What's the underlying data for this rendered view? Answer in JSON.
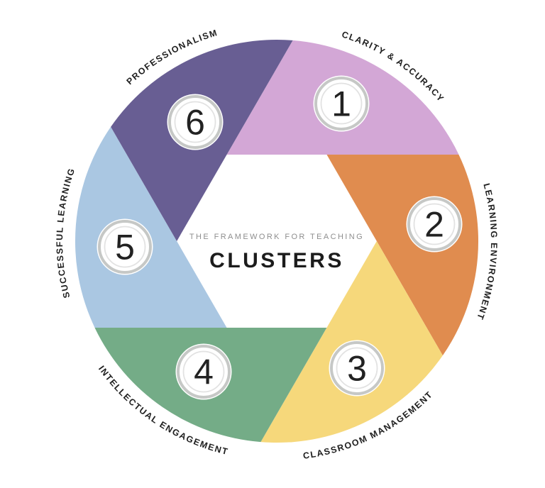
{
  "figure": {
    "eyebrow": "THE FRAMEWORK FOR TEACHING",
    "title": "CLUSTERS"
  },
  "clusters": [
    {
      "number": "1",
      "label": "CLARITY & ACCURACY",
      "color": "#d3a7d6"
    },
    {
      "number": "2",
      "label": "LEARNING ENVIRONMENT",
      "color": "#e08c4f"
    },
    {
      "number": "3",
      "label": "CLASSROOM MANAGEMENT",
      "color": "#f6d87b"
    },
    {
      "number": "4",
      "label": "INTELLECTUAL ENGAGEMENT",
      "color": "#74ac87"
    },
    {
      "number": "5",
      "label": "SUCCESSFUL LEARNING",
      "color": "#aac7e2"
    },
    {
      "number": "6",
      "label": "PROFESSIONALISM",
      "color": "#685e93"
    }
  ],
  "style": {
    "badge_fill": "#ffffff",
    "badge_ring": "#c6c8c6",
    "badge_inner_ring": "#e2e2e2",
    "label_color": "#1e1e1e",
    "eyebrow_color": "#8e8e8e",
    "title_color": "#1c1c1c",
    "background": "#ffffff"
  }
}
